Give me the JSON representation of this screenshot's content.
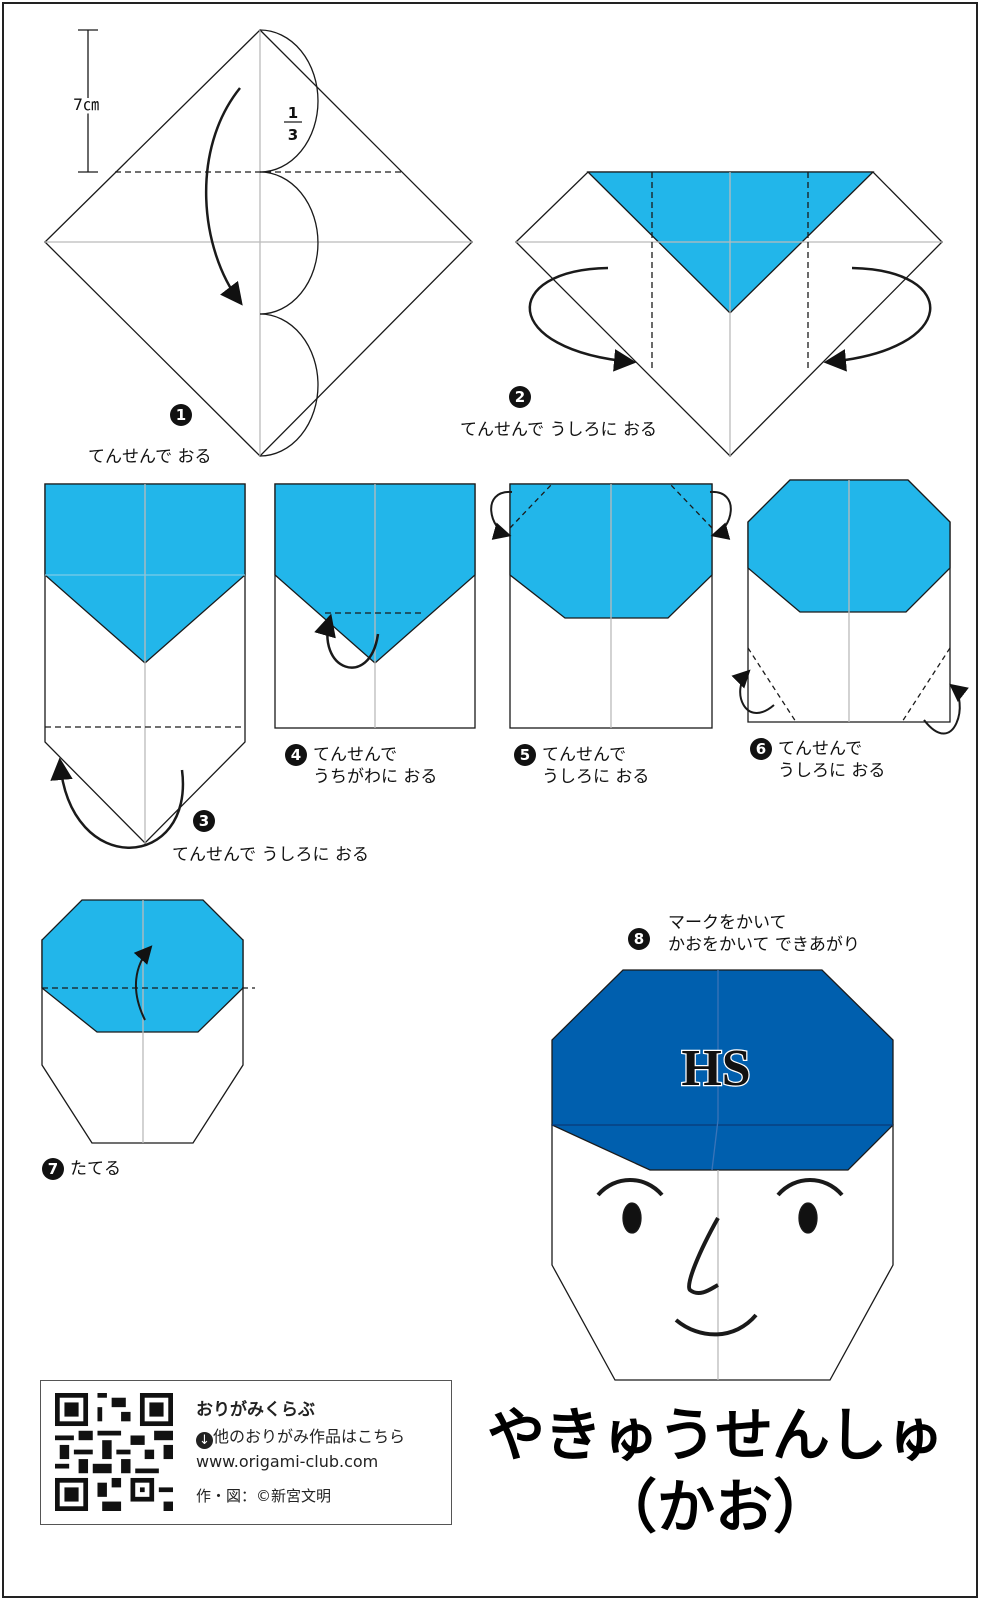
{
  "colors": {
    "paper_blue": "#22b6ea",
    "cap_blue": "#005fae",
    "line": "#1a1a1a"
  },
  "step1": {
    "number": "1",
    "text": "てんせんで おる",
    "measure": "7㎝",
    "fraction_num": "1",
    "fraction_den": "3"
  },
  "step2": {
    "number": "2",
    "text": "てんせんで うしろに おる"
  },
  "step3": {
    "number": "3",
    "text": "てんせんで うしろに おる"
  },
  "step4": {
    "number": "4",
    "line1": "てんせんで",
    "line2": "うちがわに おる"
  },
  "step5": {
    "number": "5",
    "line1": "てんせんで",
    "line2": "うしろに おる"
  },
  "step6": {
    "number": "6",
    "line1": "てんせんで",
    "line2": "うしろに おる"
  },
  "step7": {
    "number": "7",
    "text": "たてる"
  },
  "step8": {
    "number": "8",
    "line1": "マークをかいて",
    "line2": "かおをかいて できあがり",
    "cap_mark": "HS"
  },
  "credit": {
    "site_name": "おりがみくらぶ",
    "more_link": "他のおりがみ作品はこちら",
    "url": "www.origami-club.com",
    "author": "作・図：©新宮文明"
  },
  "title": {
    "main": "やきゅうせんしゅ",
    "sub": "（かお）"
  }
}
